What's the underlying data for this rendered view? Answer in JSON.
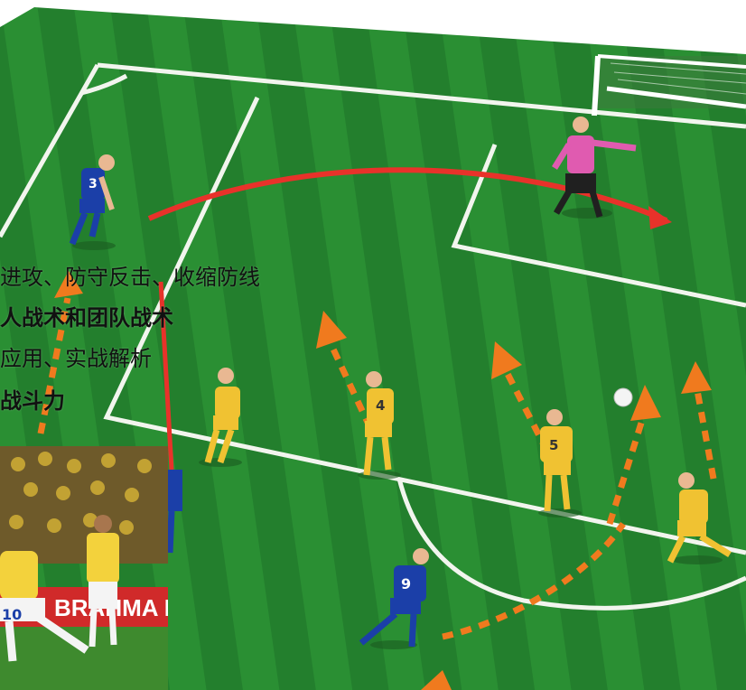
{
  "text_lines": [
    "进攻、防守反击、收缩防线",
    "人战术和团队战术",
    "应用、实战解析",
    "战斗力"
  ],
  "players": {
    "blue": [
      "3",
      "9"
    ],
    "yellow": [
      "4",
      "5"
    ]
  },
  "photo": {
    "banner_text": "BRAHMA BR",
    "player_number": "10"
  },
  "colors": {
    "pitch_dark": "#1f7a2a",
    "pitch_light": "#2f9a36",
    "line": "#f2f5ee",
    "pass_arrow": "#e8322a",
    "run_arrow": "#f07a1e",
    "blue_kit": "#1b3fa8",
    "yellow_kit": "#f0c232",
    "keeper_kit": "#e05bb0"
  }
}
